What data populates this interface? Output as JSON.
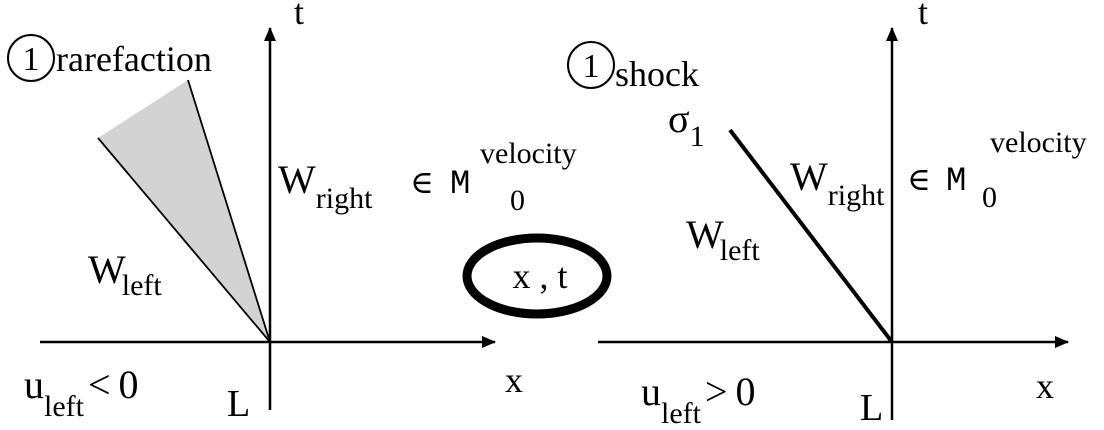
{
  "left_panel": {
    "badge": "1",
    "wave_type": "rarefaction",
    "t_axis": "t",
    "x_axis": "x",
    "origin": "L",
    "left_state": {
      "main": "W",
      "sub": "left"
    },
    "right_state": {
      "main": "W",
      "sub": "right",
      "relation": "∈",
      "set": "M",
      "set_sub": "0",
      "set_sup": "velocity"
    },
    "condition": {
      "main": "u",
      "sub": "left",
      "rel": "<",
      "value": "0"
    }
  },
  "center_note": {
    "text": "x , t"
  },
  "right_panel": {
    "badge": "1",
    "wave_type": "shock",
    "t_axis": "t",
    "x_axis": "x",
    "origin": "L",
    "shock_speed": {
      "main": "σ",
      "sub": "1"
    },
    "left_state": {
      "main": "W",
      "sub": "left"
    },
    "right_state": {
      "main": "W",
      "sub": "right",
      "relation": "∈",
      "set": "M",
      "set_sub": "0",
      "set_sup": "velocity"
    },
    "condition": {
      "main": "u",
      "sub": "left",
      "rel": ">",
      "value": "0"
    }
  },
  "colors": {
    "ink": "#000000",
    "fan_fill": "#d3d3d3",
    "background": "#ffffff"
  }
}
